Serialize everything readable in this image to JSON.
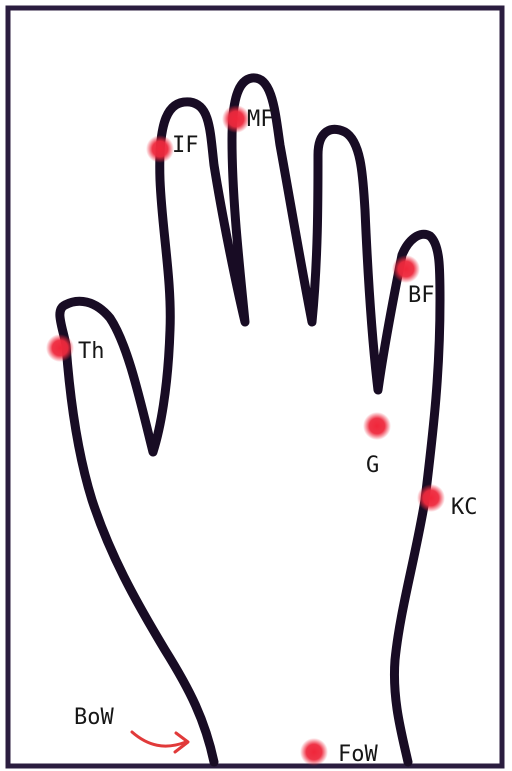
{
  "colors": {
    "frame": "#2b1d3f",
    "outline": "#180c24",
    "point": "#ee2a3e",
    "arrow": "#e13a3a",
    "label": "#161616"
  },
  "labels": {
    "thumb": "Th",
    "index_finger": "IF",
    "middle_finger": "MF",
    "baby_finger": "BF",
    "g": "G",
    "kc": "KC",
    "bow": "BoW",
    "fow": "FoW"
  }
}
